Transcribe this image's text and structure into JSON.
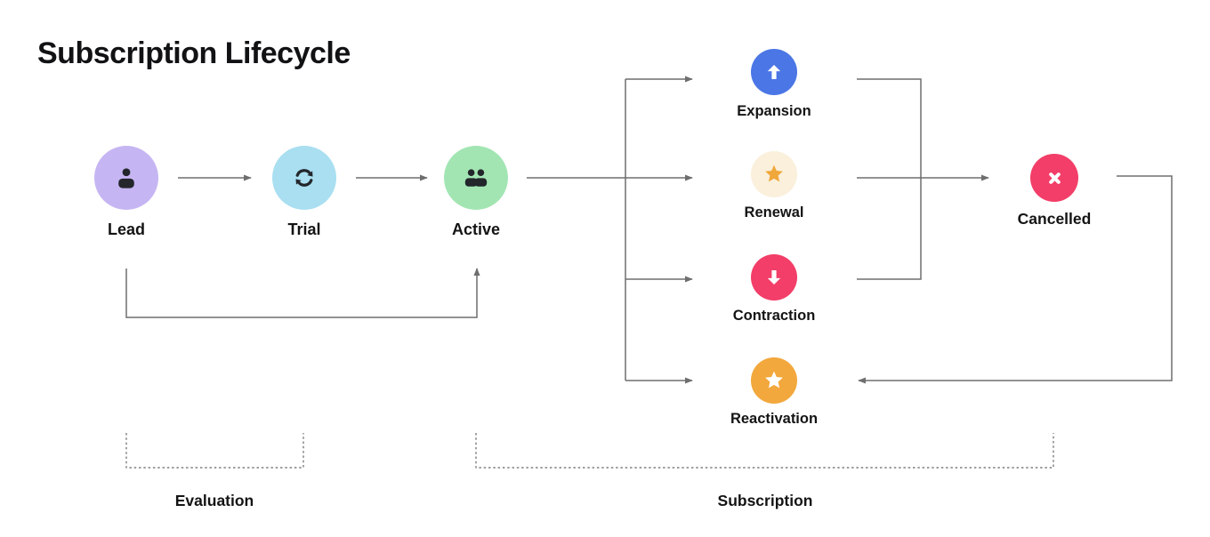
{
  "title": "Subscription Lifecycle",
  "nodes": {
    "main": [
      {
        "label": "Lead",
        "icon": "person-icon",
        "bg": "#C6B5F3",
        "icon_color": "#23262B"
      },
      {
        "label": "Trial",
        "icon": "refresh-icon",
        "bg": "#A9DFF1",
        "icon_color": "#23262B"
      },
      {
        "label": "Active",
        "icon": "people-icon",
        "bg": "#A2E5B3",
        "icon_color": "#23262B"
      }
    ],
    "outcomes": [
      {
        "label": "Expansion",
        "icon": "arrow-up-icon",
        "bg": "#4B76E5",
        "icon_color": "#FFFFFF"
      },
      {
        "label": "Renewal",
        "icon": "star-icon",
        "bg": "#FAF0DC",
        "icon_color": "#F0A83B"
      },
      {
        "label": "Contraction",
        "icon": "arrow-down-icon",
        "bg": "#F23E68",
        "icon_color": "#FFFFFF"
      },
      {
        "label": "Reactivation",
        "icon": "star-icon",
        "bg": "#F2A83C",
        "icon_color": "#FFFFFF"
      }
    ],
    "terminal": {
      "label": "Cancelled",
      "icon": "x-circle-icon",
      "bg": "#F23E68",
      "icon_color": "#FFFFFF"
    }
  },
  "groups": [
    {
      "label": "Evaluation"
    },
    {
      "label": "Subscription"
    }
  ],
  "colors": {
    "connector": "#6E6E6E",
    "group_outline": "#666666",
    "text": "#141414",
    "background": "#FFFFFF"
  }
}
